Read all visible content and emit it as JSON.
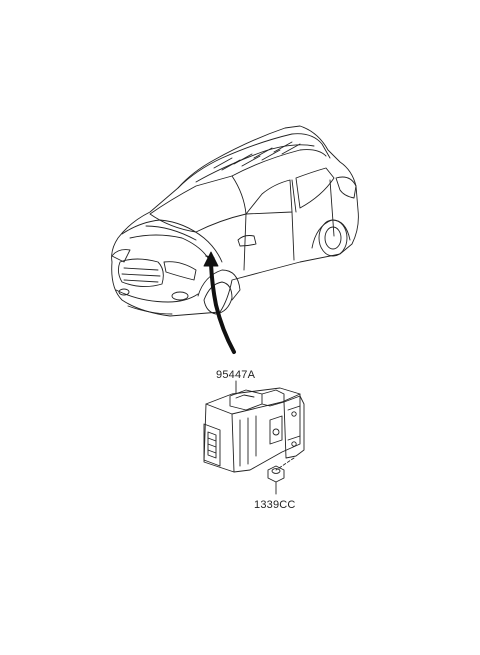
{
  "diagram": {
    "labels": {
      "module_part_number": "95447A",
      "nut_part_number": "1339CC"
    },
    "icons": [
      "vehicle-illustration",
      "arrow-icon",
      "control-module",
      "nut-icon"
    ],
    "colors": {
      "line": "#222222",
      "background": "#ffffff"
    }
  }
}
